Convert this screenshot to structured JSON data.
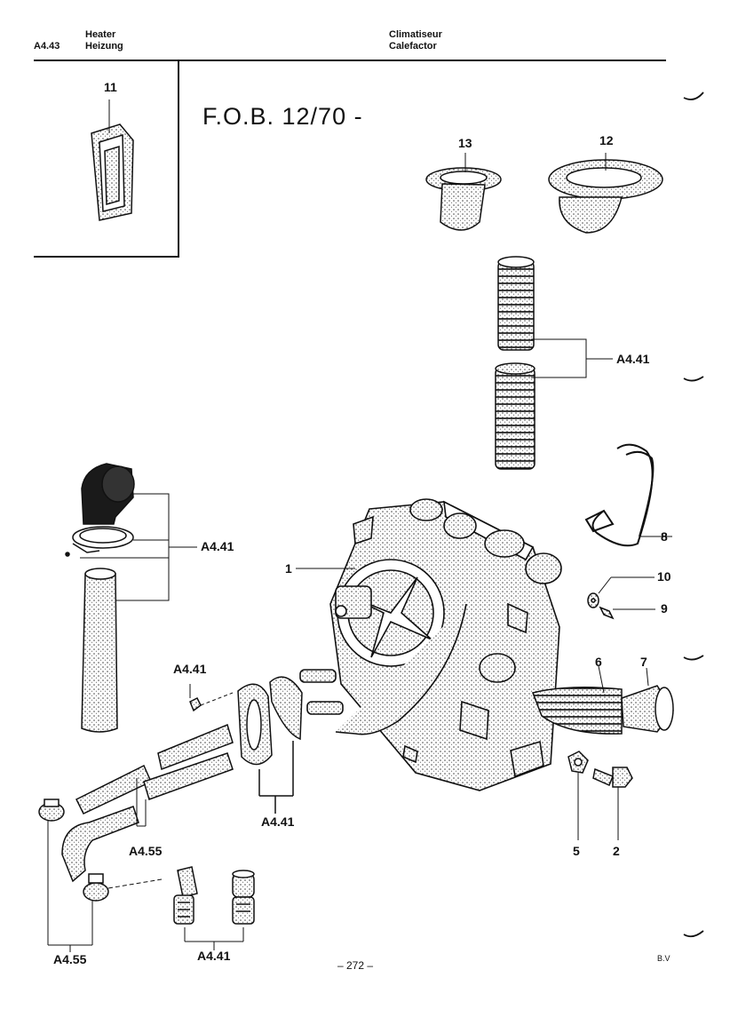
{
  "header": {
    "code": "A4.43",
    "left_line1": "Heater",
    "left_line2": "Heizung",
    "right_line1": "Climatiseur",
    "right_line2": "Calefactor"
  },
  "title": "F.O.B. 12/70 -",
  "callouts": {
    "c1": "1",
    "c2": "2",
    "c5": "5",
    "c6": "6",
    "c7": "7",
    "c8": "8",
    "c9": "9",
    "c10": "10",
    "c11": "11",
    "c12": "12",
    "c13": "13",
    "ref_hose_top": "A4.41",
    "ref_elbow": "A4.41",
    "ref_bolt": "A4.41",
    "ref_gasket": "A4.41",
    "ref_tubes": "A4.55",
    "ref_clamps": "A4.55",
    "ref_valves": "A4.41"
  },
  "footer": {
    "page": "– 272 –",
    "code": "B.V"
  }
}
